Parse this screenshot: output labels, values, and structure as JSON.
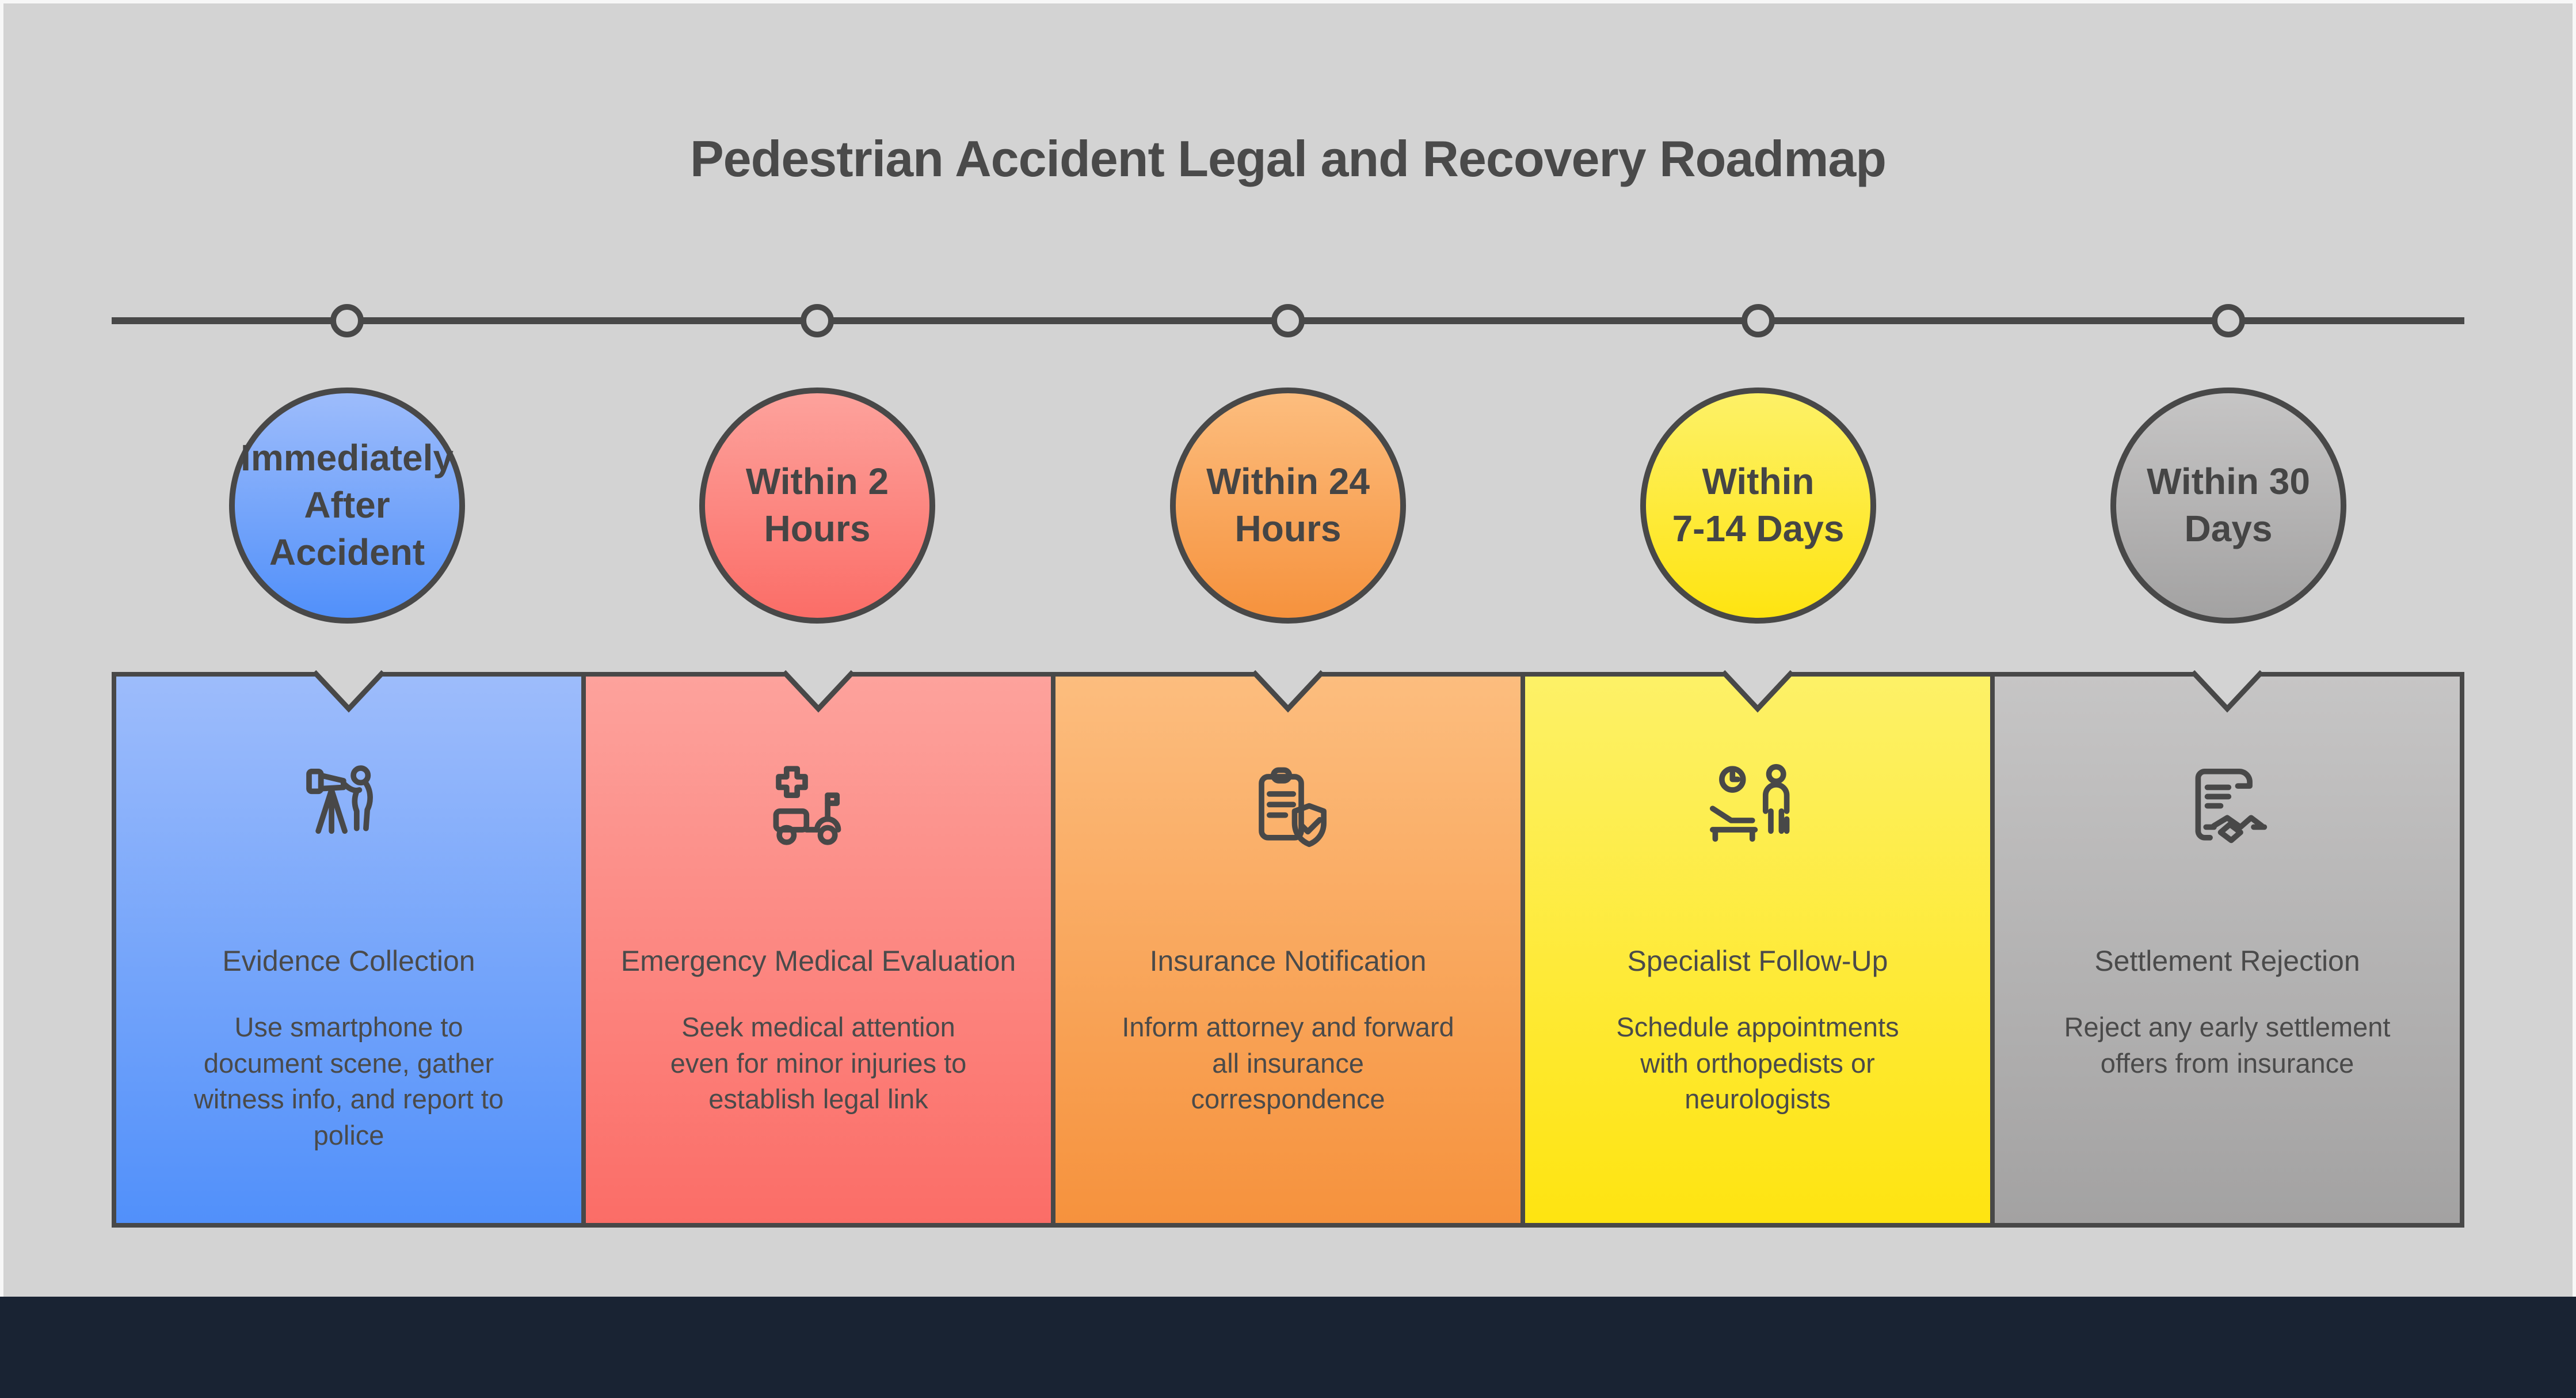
{
  "title": "Pedestrian Accident Legal and Recovery Roadmap",
  "colors": {
    "background": "#d3d3d3",
    "frame": "#f7f7f7",
    "stroke": "#484848",
    "text": "#4a4a4a",
    "footer": "#192333"
  },
  "stages": [
    {
      "time_lines": [
        "Immediately",
        "After",
        "Accident"
      ],
      "icon": "camera-tripod-icon",
      "card_title": "Evidence Collection",
      "card_text": "Use smartphone to document scene, gather witness info, and report to police",
      "colors": {
        "top": "#9dbcfb",
        "bottom": "#5190fa"
      }
    },
    {
      "time_lines": [
        "Within 2",
        "Hours"
      ],
      "icon": "medical-transport-icon",
      "card_title": "Emergency Medical Evaluation",
      "card_text": "Seek medical attention even for minor injuries to establish legal link",
      "colors": {
        "top": "#fda29c",
        "bottom": "#fb6d67"
      }
    },
    {
      "time_lines": [
        "Within 24",
        "Hours"
      ],
      "icon": "insurance-clipboard-shield-icon",
      "card_title": "Insurance Notification",
      "card_text": "Inform attorney and forward all insurance correspondence",
      "colors": {
        "top": "#fcbd7e",
        "bottom": "#f6923d"
      }
    },
    {
      "time_lines": [
        "Within",
        "7-14 Days"
      ],
      "icon": "specialist-appointment-icon",
      "card_title": "Specialist Follow-Up",
      "card_text": "Schedule appointments with orthopedists or neurologists",
      "colors": {
        "top": "#fdf167",
        "bottom": "#fee411"
      }
    },
    {
      "time_lines": [
        "Within 30",
        "Days"
      ],
      "icon": "settlement-handshake-icon",
      "card_title": "Settlement Rejection",
      "card_text": "Reject any early settlement offers from insurance",
      "colors": {
        "top": "#c6c5c5",
        "bottom": "#a3a2a2"
      }
    }
  ]
}
